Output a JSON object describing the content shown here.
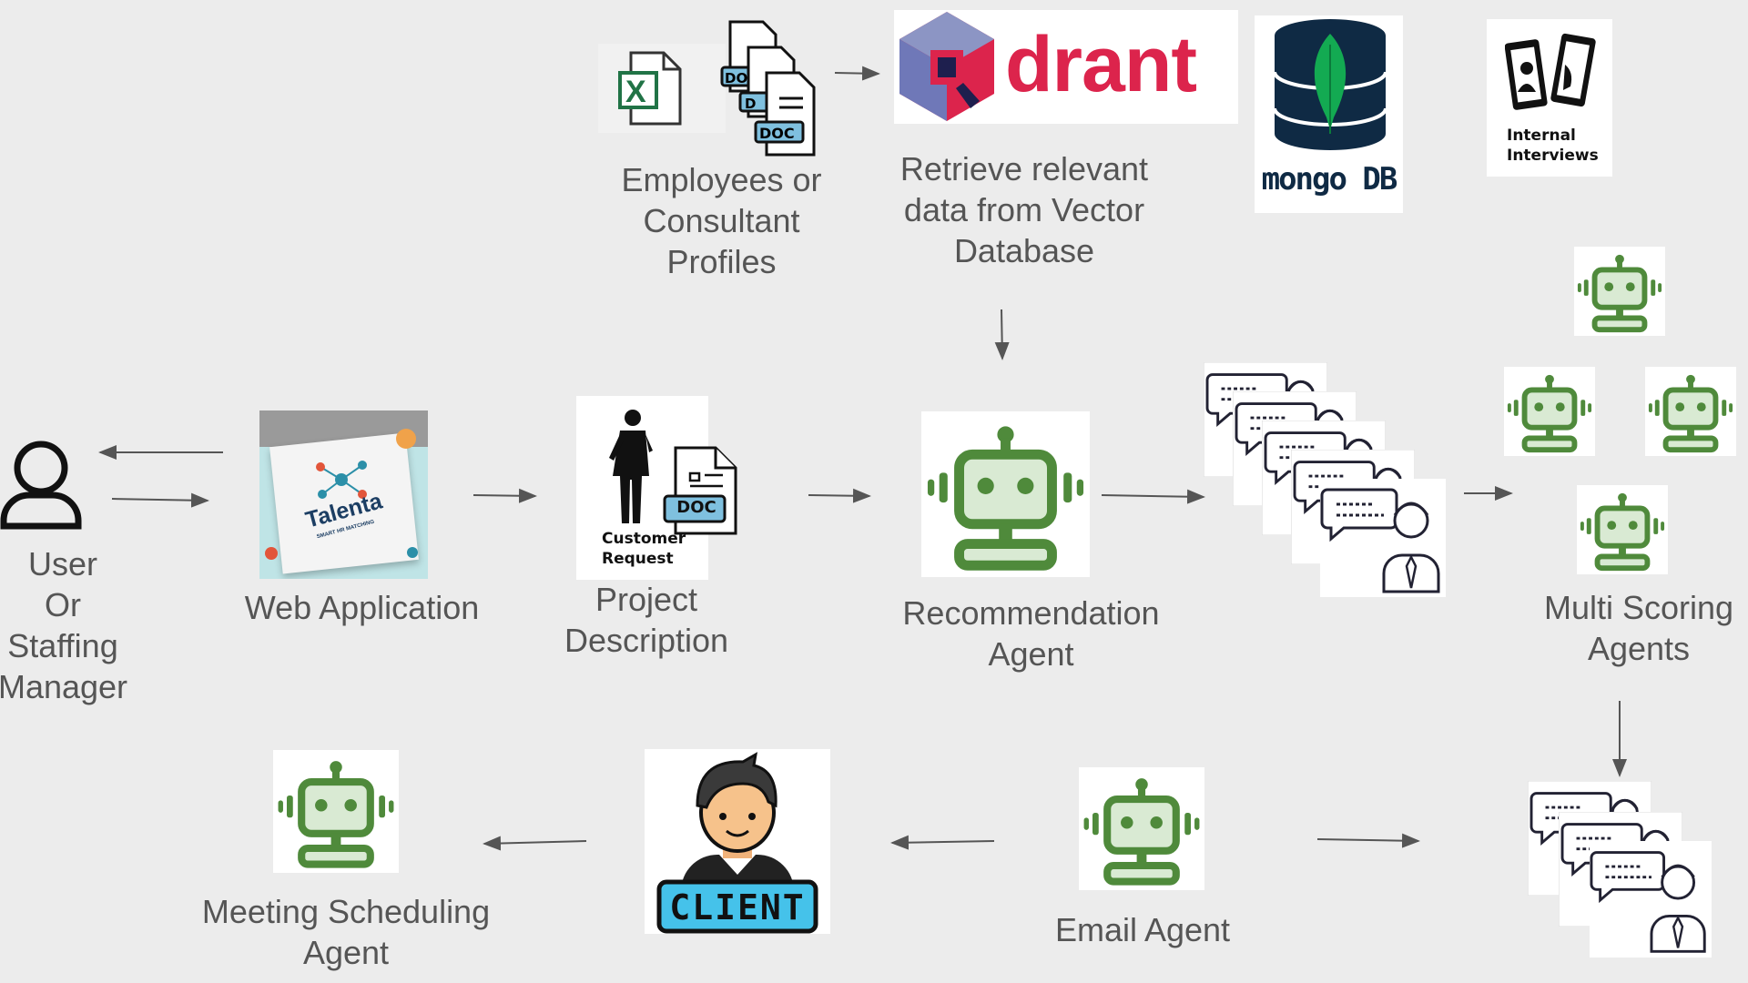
{
  "nodes": {
    "user": {
      "label_lines": [
        "User",
        "Or",
        "Staffing",
        "Manager"
      ]
    },
    "web_app": {
      "label": "Web Application",
      "logo_text": "Talenta",
      "logo_tagline": "SMART HR MATCHING"
    },
    "project": {
      "label_lines": [
        "Project",
        "Description"
      ],
      "card_caption_lines": [
        "Customer",
        "Request"
      ],
      "doc_tag": "DOC"
    },
    "profiles": {
      "label_lines": [
        "Employees or",
        "Consultant",
        "Profiles"
      ],
      "excel_glyph": "X",
      "doc_tags": [
        "DO",
        "D",
        "DOC"
      ]
    },
    "vector_db": {
      "label_lines": [
        "Retrieve relevant",
        "data from Vector",
        "Database"
      ],
      "logo_text": "drant"
    },
    "mongodb": {
      "logo_text": "mongo DB"
    },
    "interviews": {
      "caption_lines": [
        "Internal",
        "Interviews"
      ]
    },
    "recommendation_agent": {
      "label_lines": [
        "Recommendation",
        "Agent"
      ]
    },
    "scoring_agents": {
      "label_lines": [
        "Multi Scoring",
        "Agents"
      ]
    },
    "email_agent": {
      "label": "Email Agent"
    },
    "client": {
      "badge": "CLIENT"
    },
    "meeting_agent": {
      "label_lines": [
        "Meeting Scheduling",
        "Agent"
      ]
    }
  },
  "icons": [
    "user-icon",
    "robot-agent-icon",
    "consultant-chat-icon",
    "excel-icon",
    "doc-icon",
    "qdrant-logo",
    "mongodb-logo",
    "client-icon"
  ],
  "colors": {
    "background": "#ececec",
    "agent_green": "#4f8a3b",
    "agent_fill": "#d9ead3",
    "qdrant_pink": "#dc244c",
    "mongo_navy": "#0f2a44",
    "mongo_green": "#13aa52",
    "text_gray": "#555555",
    "arrow_gray": "#555555"
  }
}
